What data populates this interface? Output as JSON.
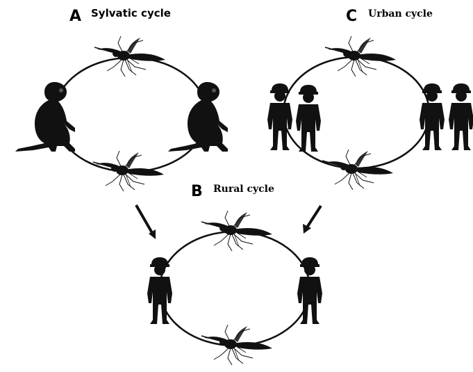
{
  "panels": {
    "a": {
      "letter": "A",
      "title": "Sylvatic cycle"
    },
    "b": {
      "letter": "B",
      "title": "Rural cycle"
    },
    "c": {
      "letter": "C",
      "title": "Urban cycle"
    }
  },
  "icons": [
    "mosquito-icon",
    "monkey-icon",
    "human-icon",
    "arrow-icon"
  ],
  "colors": {
    "ink": "#111111",
    "background": "#ffffff"
  }
}
